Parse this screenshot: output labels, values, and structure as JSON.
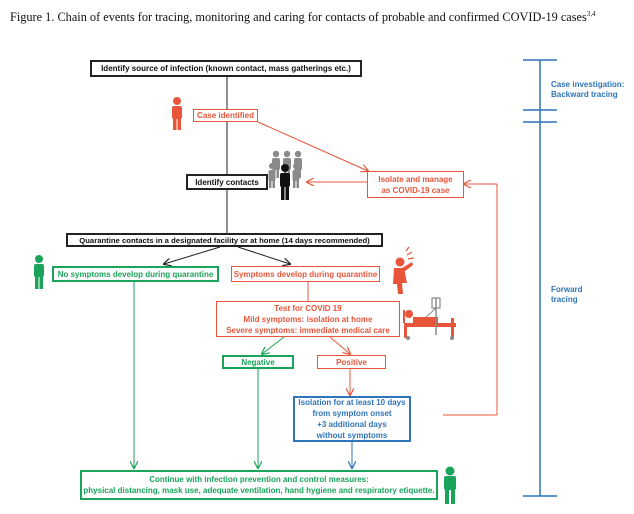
{
  "caption": {
    "text": "Figure 1. Chain of events for tracing, monitoring and caring for contacts of probable and confirmed COVID-19 cases",
    "refs": "3,4"
  },
  "boxes": {
    "identify_source": "Identify source of infection (known contact, mass gatherings etc.)",
    "case_identified": "Case identified",
    "identify_contacts": "Identify contacts",
    "isolate_manage": [
      "Isolate and manage",
      "as COVID-19 case"
    ],
    "quarantine": "Quarantine contacts in a designated facility or at home (14 days recommended)",
    "no_symptoms": "No symptoms develop during quarantine",
    "symptoms": "Symptoms develop during quarantine",
    "test": [
      "Test for COVID 19",
      "Mild symptoms: isolation at home",
      "Severe symptoms: immediate medical care"
    ],
    "negative": "Negative",
    "positive": "Positive",
    "isolation": [
      "Isolation for at least 10 days",
      "from symptom onset",
      "+3 additional days",
      "without symptoms"
    ],
    "continue": [
      "Continue with infection prevention and control measures:",
      "physical distancing, mask use, adequate ventilation, hand hygiene and respiratory etiquette."
    ]
  },
  "side_labels": {
    "case_investigation": [
      "Case investigation:",
      "Backward tracing"
    ],
    "forward": [
      "Forward",
      "tracing"
    ]
  },
  "colors": {
    "black": "#222222",
    "red": "#e8553a",
    "green": "#1aa35a",
    "blue": "#2f74b8",
    "grey": "#8a8a8a"
  },
  "icons": [
    "person-red-icon",
    "group-contacts-icon",
    "person-green-icon",
    "sick-person-icon",
    "patient-bed-icon",
    "person-green-icon"
  ]
}
